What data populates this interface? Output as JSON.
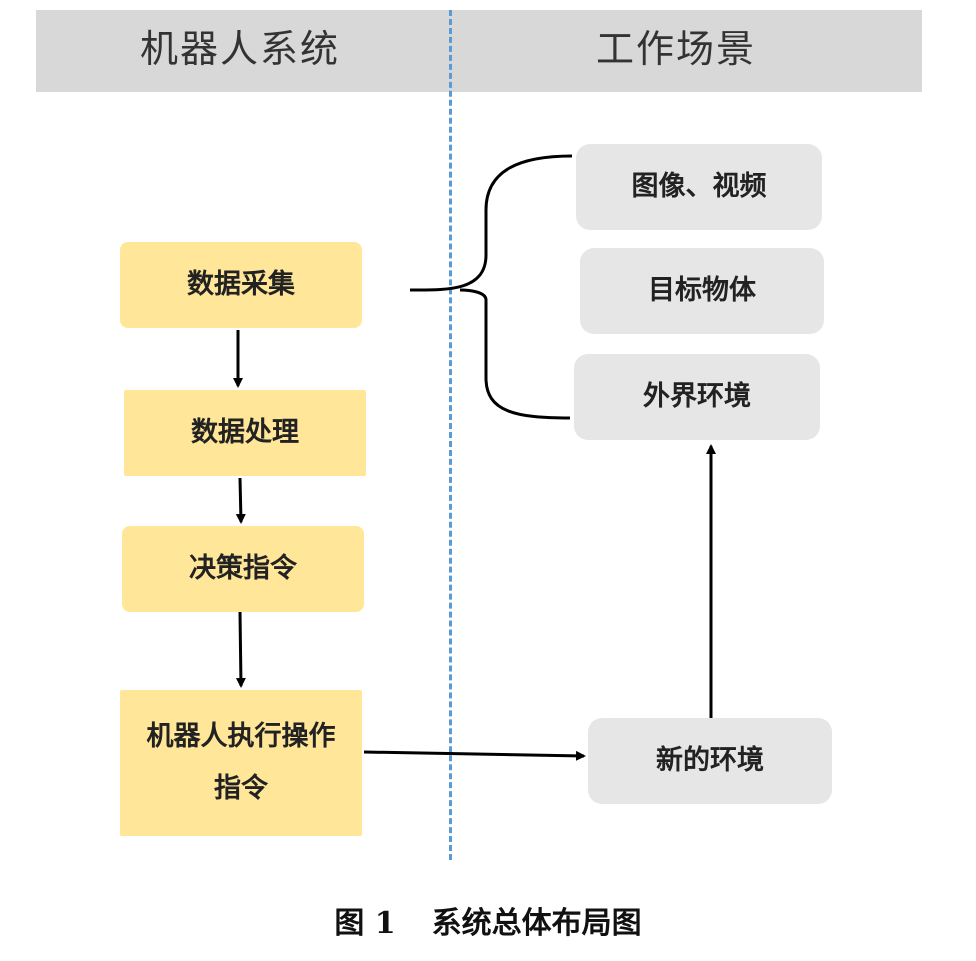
{
  "header": {
    "left_title": "机器人系统",
    "right_title": "工作场景"
  },
  "system_flow": [
    {
      "id": "collect",
      "label": "数据采集"
    },
    {
      "id": "process",
      "label": "数据处理"
    },
    {
      "id": "decide",
      "label": "决策指令"
    },
    {
      "id": "execute",
      "label": "机器人执行操作指令"
    }
  ],
  "scene": {
    "inputs": [
      {
        "id": "image-video",
        "label": "图像、视频"
      },
      {
        "id": "target-object",
        "label": "目标物体"
      },
      {
        "id": "external-env",
        "label": "外界环境"
      }
    ],
    "new_env": {
      "label": "新的环境"
    }
  },
  "colors": {
    "system_box": "#ffe699",
    "scene_box": "#e6e6e6",
    "header_bar": "#d8d8d8",
    "divider": "#5b9bd5",
    "arrow": "#000000"
  },
  "caption": {
    "figure_number": "图 1",
    "text": "系统总体布局图"
  }
}
